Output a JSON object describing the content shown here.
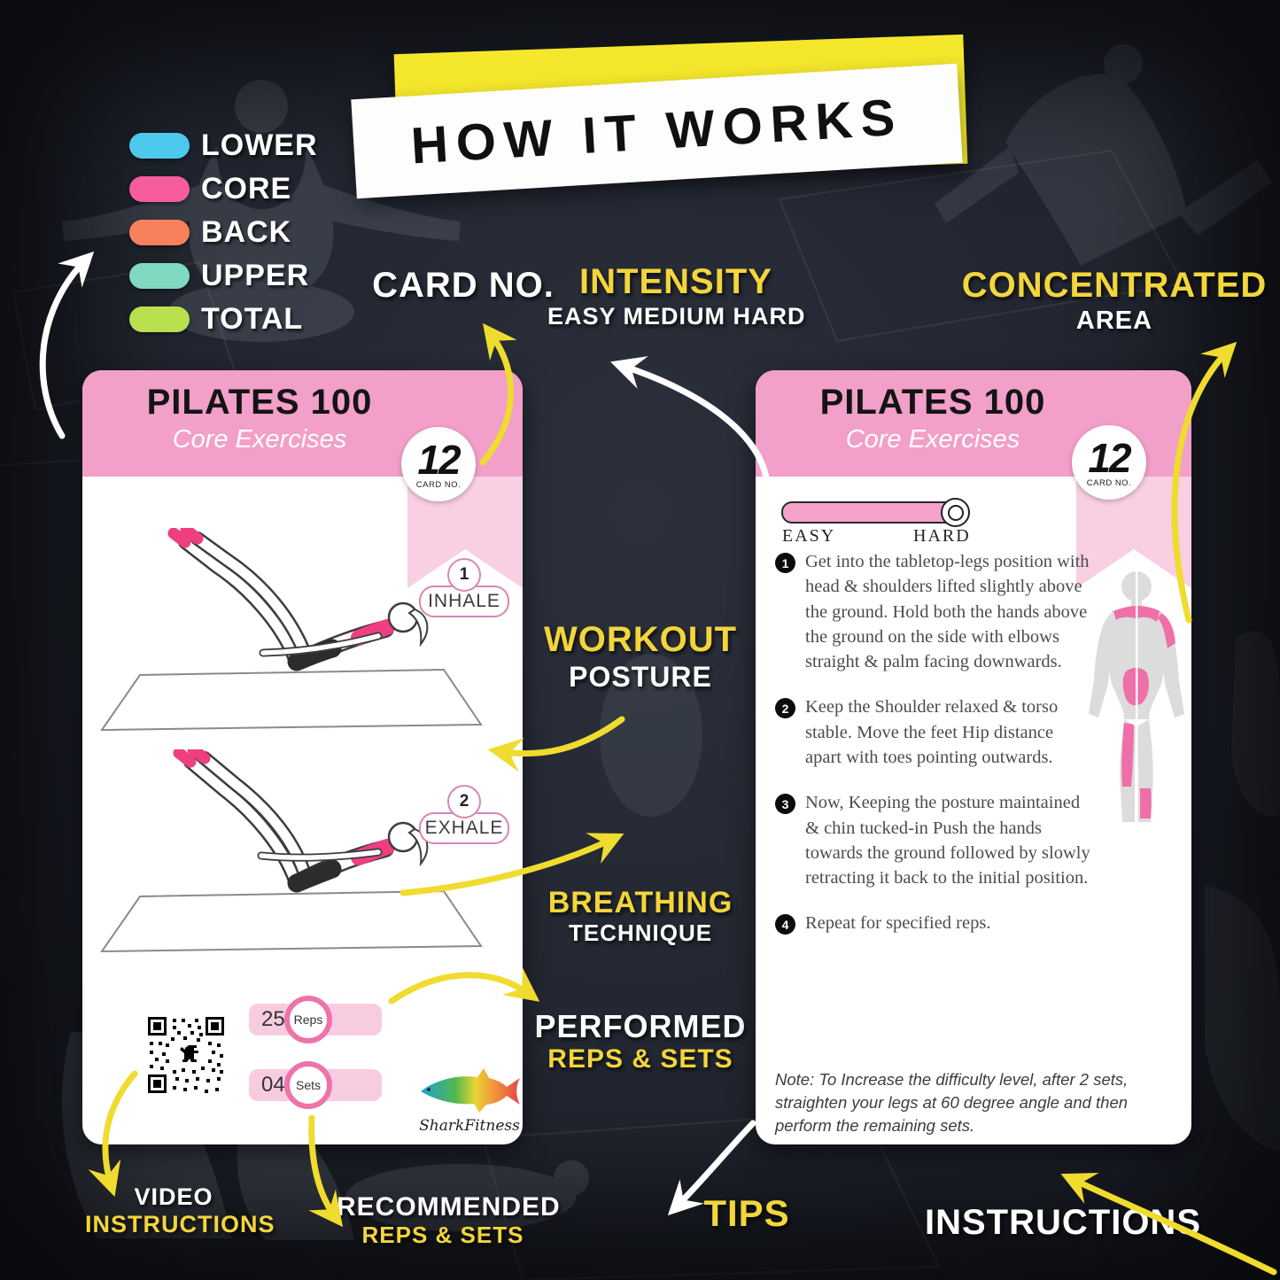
{
  "title": "HOW IT WORKS",
  "legend": {
    "items": [
      {
        "label": "LOWER",
        "color": "#4EC9EE"
      },
      {
        "label": "CORE",
        "color": "#F75C9F"
      },
      {
        "label": "BACK",
        "color": "#F8815D"
      },
      {
        "label": "UPPER",
        "color": "#80D9C1"
      },
      {
        "label": "TOTAL",
        "color": "#B9E04F"
      }
    ]
  },
  "callouts": {
    "card_no": "CARD NO.",
    "intensity": {
      "title": "INTENSITY",
      "subtitle": "EASY MEDIUM HARD"
    },
    "concentrated": {
      "title": "CONCENTRATED",
      "subtitle": "AREA"
    },
    "workout": {
      "title": "WORKOUT",
      "subtitle": "POSTURE"
    },
    "breathing": {
      "title": "BREATHING",
      "subtitle": "TECHNIQUE"
    },
    "performed": {
      "title": "PERFORMED",
      "subtitle": "REPS & SETS"
    },
    "video": {
      "title": "VIDEO",
      "subtitle": "INSTRUCTIONS"
    },
    "recommended": {
      "title": "RECOMMENDED",
      "subtitle": "REPS & SETS"
    },
    "tips": "TIPS",
    "instructions": "INSTRUCTIONS"
  },
  "left_card": {
    "title": "PILATES 100",
    "subtitle": "Core Exercises",
    "card_number": "12",
    "card_number_label": "CARD NO.",
    "breath_steps": [
      {
        "num": "1",
        "label": "INHALE"
      },
      {
        "num": "2",
        "label": "EXHALE"
      }
    ],
    "reps": {
      "value": "25",
      "label": "Reps"
    },
    "sets": {
      "value": "04",
      "label": "Sets"
    },
    "brand": "SharkFitness"
  },
  "right_card": {
    "title": "PILATES 100",
    "subtitle": "Core Exercises",
    "card_number": "12",
    "card_number_label": "CARD NO.",
    "intensity_scale": {
      "left": "EASY",
      "right": "HARD"
    },
    "steps": [
      {
        "num": "1",
        "text": "Get into the tabletop-legs position with head & shoulders lifted slightly above the ground. Hold both the hands above the ground on the side with elbows straight & palm facing downwards."
      },
      {
        "num": "2",
        "text": "Keep the Shoulder relaxed & torso stable. Move the feet Hip distance apart with toes pointing outwards."
      },
      {
        "num": "3",
        "text": "Now, Keeping the posture maintained & chin tucked-in Push the hands towards the ground followed by slowly retracting it back to the initial position."
      },
      {
        "num": "4",
        "text": "Repeat for specified reps."
      }
    ],
    "note": "Note: To Increase the difficulty level, after 2 sets, straighten your legs at 60 degree angle and then perform the remaining sets."
  },
  "colors": {
    "accent_yellow_banner": "#F5E72C",
    "accent_yellow_label": "#F3D53C",
    "arrow_yellow": "#F0DB2F",
    "card_pink": "#F29FC9",
    "card_pink_light": "#F9CFE3",
    "muscle_pink": "#EF6FA8"
  }
}
